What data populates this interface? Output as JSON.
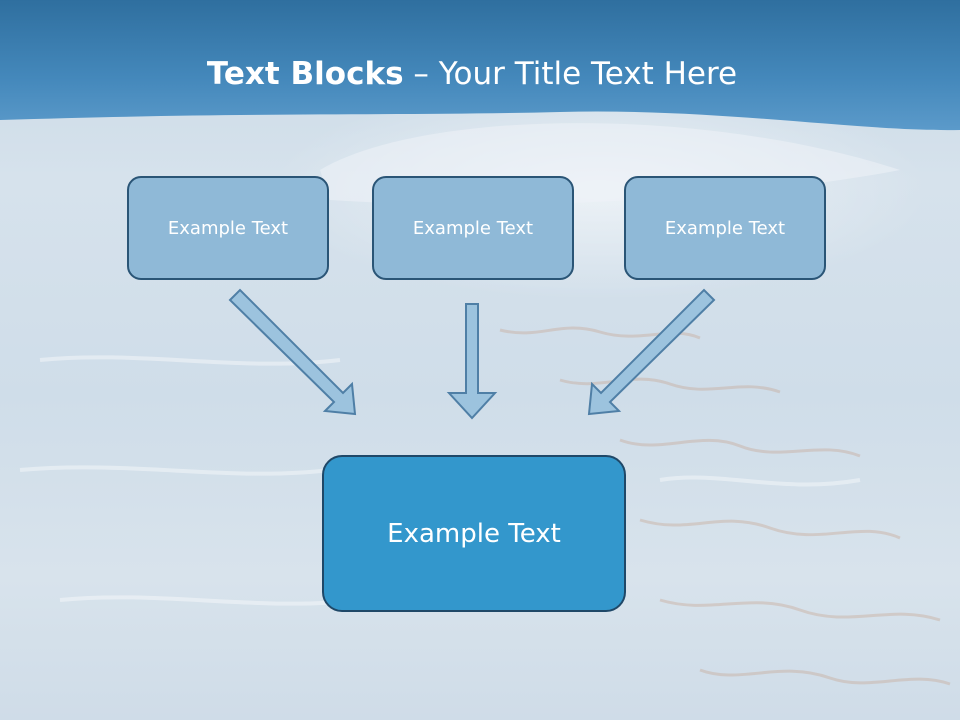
{
  "title": {
    "bold": "Text Blocks",
    "rest": " – Your Title Text Here"
  },
  "diagram": {
    "source_boxes": [
      {
        "label": "Example Text"
      },
      {
        "label": "Example Text"
      },
      {
        "label": "Example Text"
      }
    ],
    "target_box": {
      "label": "Example Text"
    }
  },
  "colors": {
    "header_band": "#3d82b5",
    "small_box_fill": "#8fb9d7",
    "small_box_border": "#2a5576",
    "big_box_fill": "#3397cc",
    "big_box_border": "#1f4868",
    "arrow_fill": "#9cc3de",
    "arrow_stroke": "#4f7fa6"
  }
}
